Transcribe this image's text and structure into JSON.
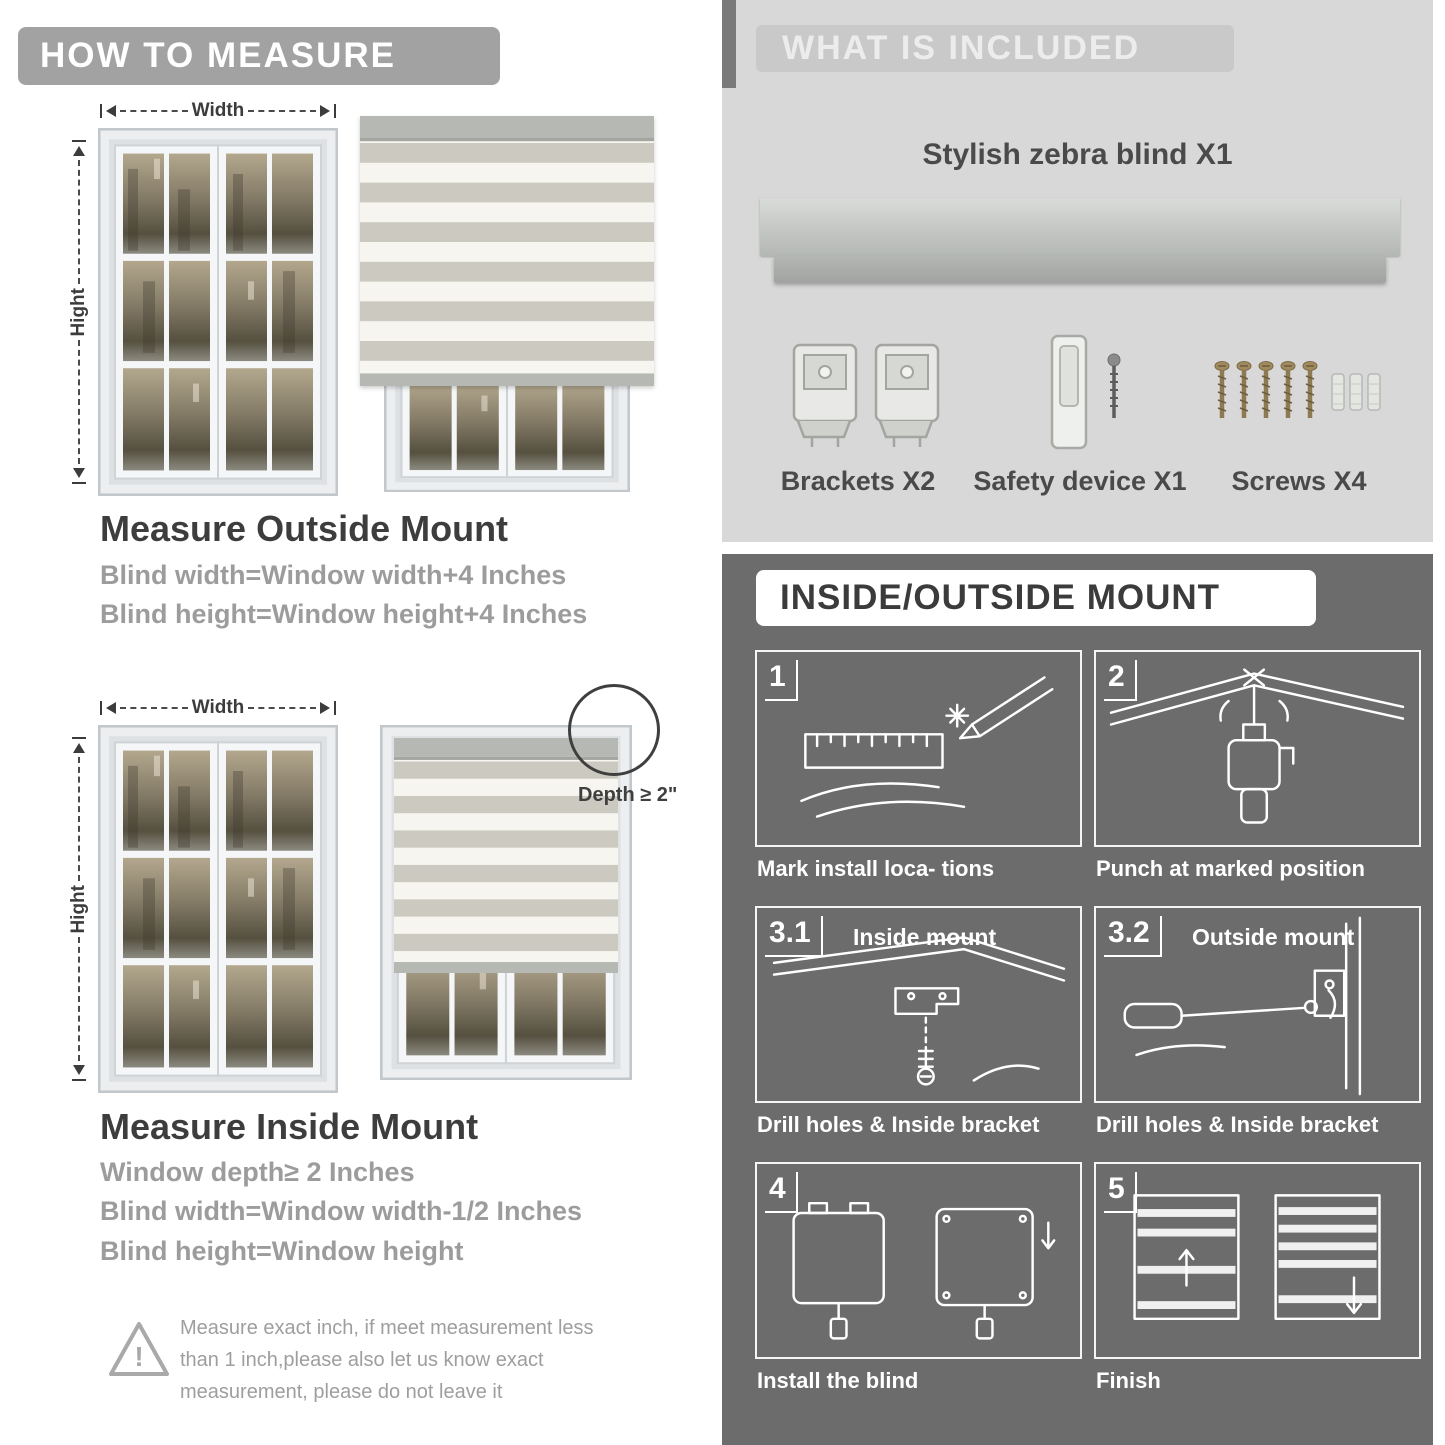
{
  "colors": {
    "badge_gray": "#a3a2a2",
    "included_bg": "#d8d8d8",
    "included_badge": "#c9c9c9",
    "mount_bg": "#6c6c6c",
    "heading_text": "#3d3d3d",
    "sub_text": "#9c9c9c"
  },
  "left": {
    "header": "HOW TO MEASURE",
    "warning_mark": "!",
    "outside": {
      "width_label": "Width",
      "height_label": "Hight",
      "title": "Measure Outside Mount",
      "lines": [
        "Blind width=Window width+4 Inches",
        "Blind height=Window height+4 Inches"
      ]
    },
    "inside": {
      "width_label": "Width",
      "height_label": "Hight",
      "depth_label": "Depth ≥ 2\"",
      "title": "Measure Inside Mount",
      "lines": [
        "Window depth≥ 2 Inches",
        "Blind width=Window width-1/2 Inches",
        "Blind height=Window height"
      ]
    },
    "warning_text": "Measure exact inch, if meet measurement less than 1 inch,please also let us know exact measurement, please do not leave it"
  },
  "included": {
    "header": "WHAT IS INCLUDED",
    "product_label": "Stylish zebra blind X1",
    "items": [
      {
        "label": "Brackets X2"
      },
      {
        "label": "Safety device X1"
      },
      {
        "label": "Screws X4"
      }
    ]
  },
  "mount": {
    "header": "INSIDE/OUTSIDE MOUNT",
    "steps": [
      {
        "num": "1",
        "caption": "Mark install loca- tions"
      },
      {
        "num": "2",
        "caption": "Punch at  marked position"
      },
      {
        "num": "3.1",
        "title": "Inside mount",
        "caption": "Drill holes &  Inside bracket"
      },
      {
        "num": "3.2",
        "title": "Outside mount",
        "caption": "Drill holes &  Inside bracket"
      },
      {
        "num": "4",
        "caption": "Install the blind"
      },
      {
        "num": "5",
        "caption": "Finish"
      }
    ]
  }
}
